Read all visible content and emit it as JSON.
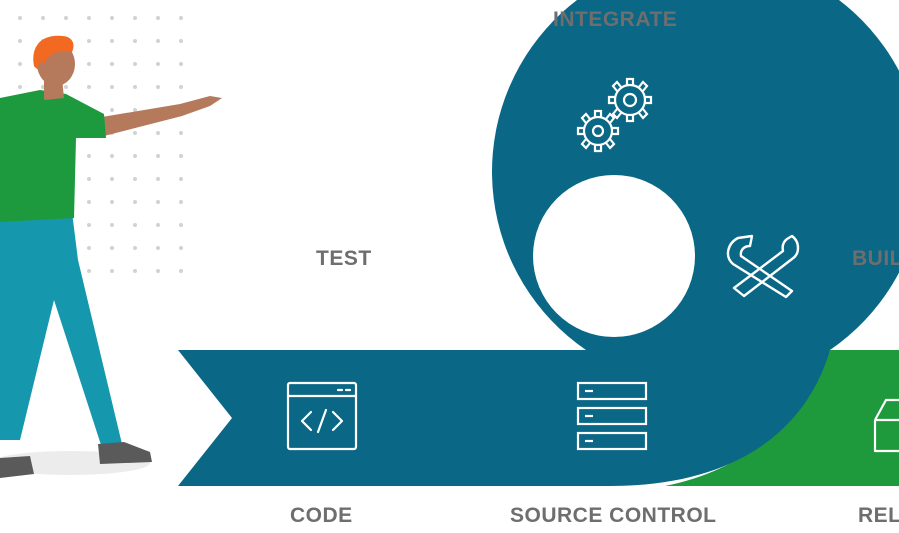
{
  "colors": {
    "loop": "#0a6785",
    "release": "#1e9a3c",
    "icon_stroke": "#ffffff",
    "label": "#6e6e6e",
    "shirt": "#1c9a3d",
    "pants": "#1598ad",
    "hair": "#f26a21",
    "skin": "#b5795b",
    "shoes": "#5a5a5a",
    "dots": "#d2d2d2"
  },
  "stages": {
    "integrate": {
      "label": "INTEGRATE",
      "icon": "gears-icon"
    },
    "test": {
      "label": "TEST",
      "icon": "clipboard-icon"
    },
    "build": {
      "label": "BUIL",
      "icon": "wrench-tools-icon"
    },
    "code": {
      "label": "CODE",
      "icon": "code-window-icon"
    },
    "source": {
      "label": "SOURCE CONTROL",
      "icon": "server-stack-icon"
    },
    "release": {
      "label": "REL",
      "icon": "box-icon"
    }
  }
}
